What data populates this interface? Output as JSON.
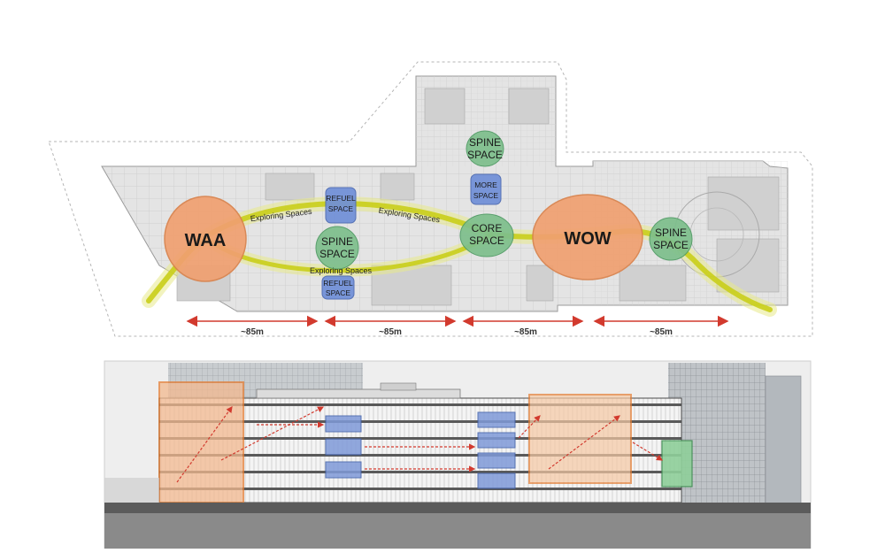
{
  "plan": {
    "nodes": {
      "waa": "WAA",
      "wow": "WOW",
      "core_1": "CORE",
      "core_2": "SPACE",
      "spine_top_1": "SPINE",
      "spine_top_2": "SPACE",
      "spine_mid_1": "SPINE",
      "spine_mid_2": "SPACE",
      "spine_right_1": "SPINE",
      "spine_right_2": "SPACE",
      "more_1": "MORE",
      "more_2": "SPACE",
      "refuel_top_1": "REFUEL",
      "refuel_top_2": "SPACE",
      "refuel_bottom_1": "REFUEL",
      "refuel_bottom_2": "SPACE"
    },
    "paths": {
      "upper_left": "Exploring Spaces",
      "upper_right": "Exploring Spaces",
      "lower": "Exploring Spaces"
    },
    "dimensions": [
      "~85m",
      "~85m",
      "~85m",
      "~85m"
    ]
  },
  "colors": {
    "orange_zone": "#f0a070",
    "green_zone": "#7dbf8c",
    "blue_zone": "#6f8fd8",
    "path_yellow": "#d8dc3a",
    "dim_red": "#d23a2e",
    "plan_fill": "#e6e6e6",
    "section_ground": "#8a8a8a"
  }
}
